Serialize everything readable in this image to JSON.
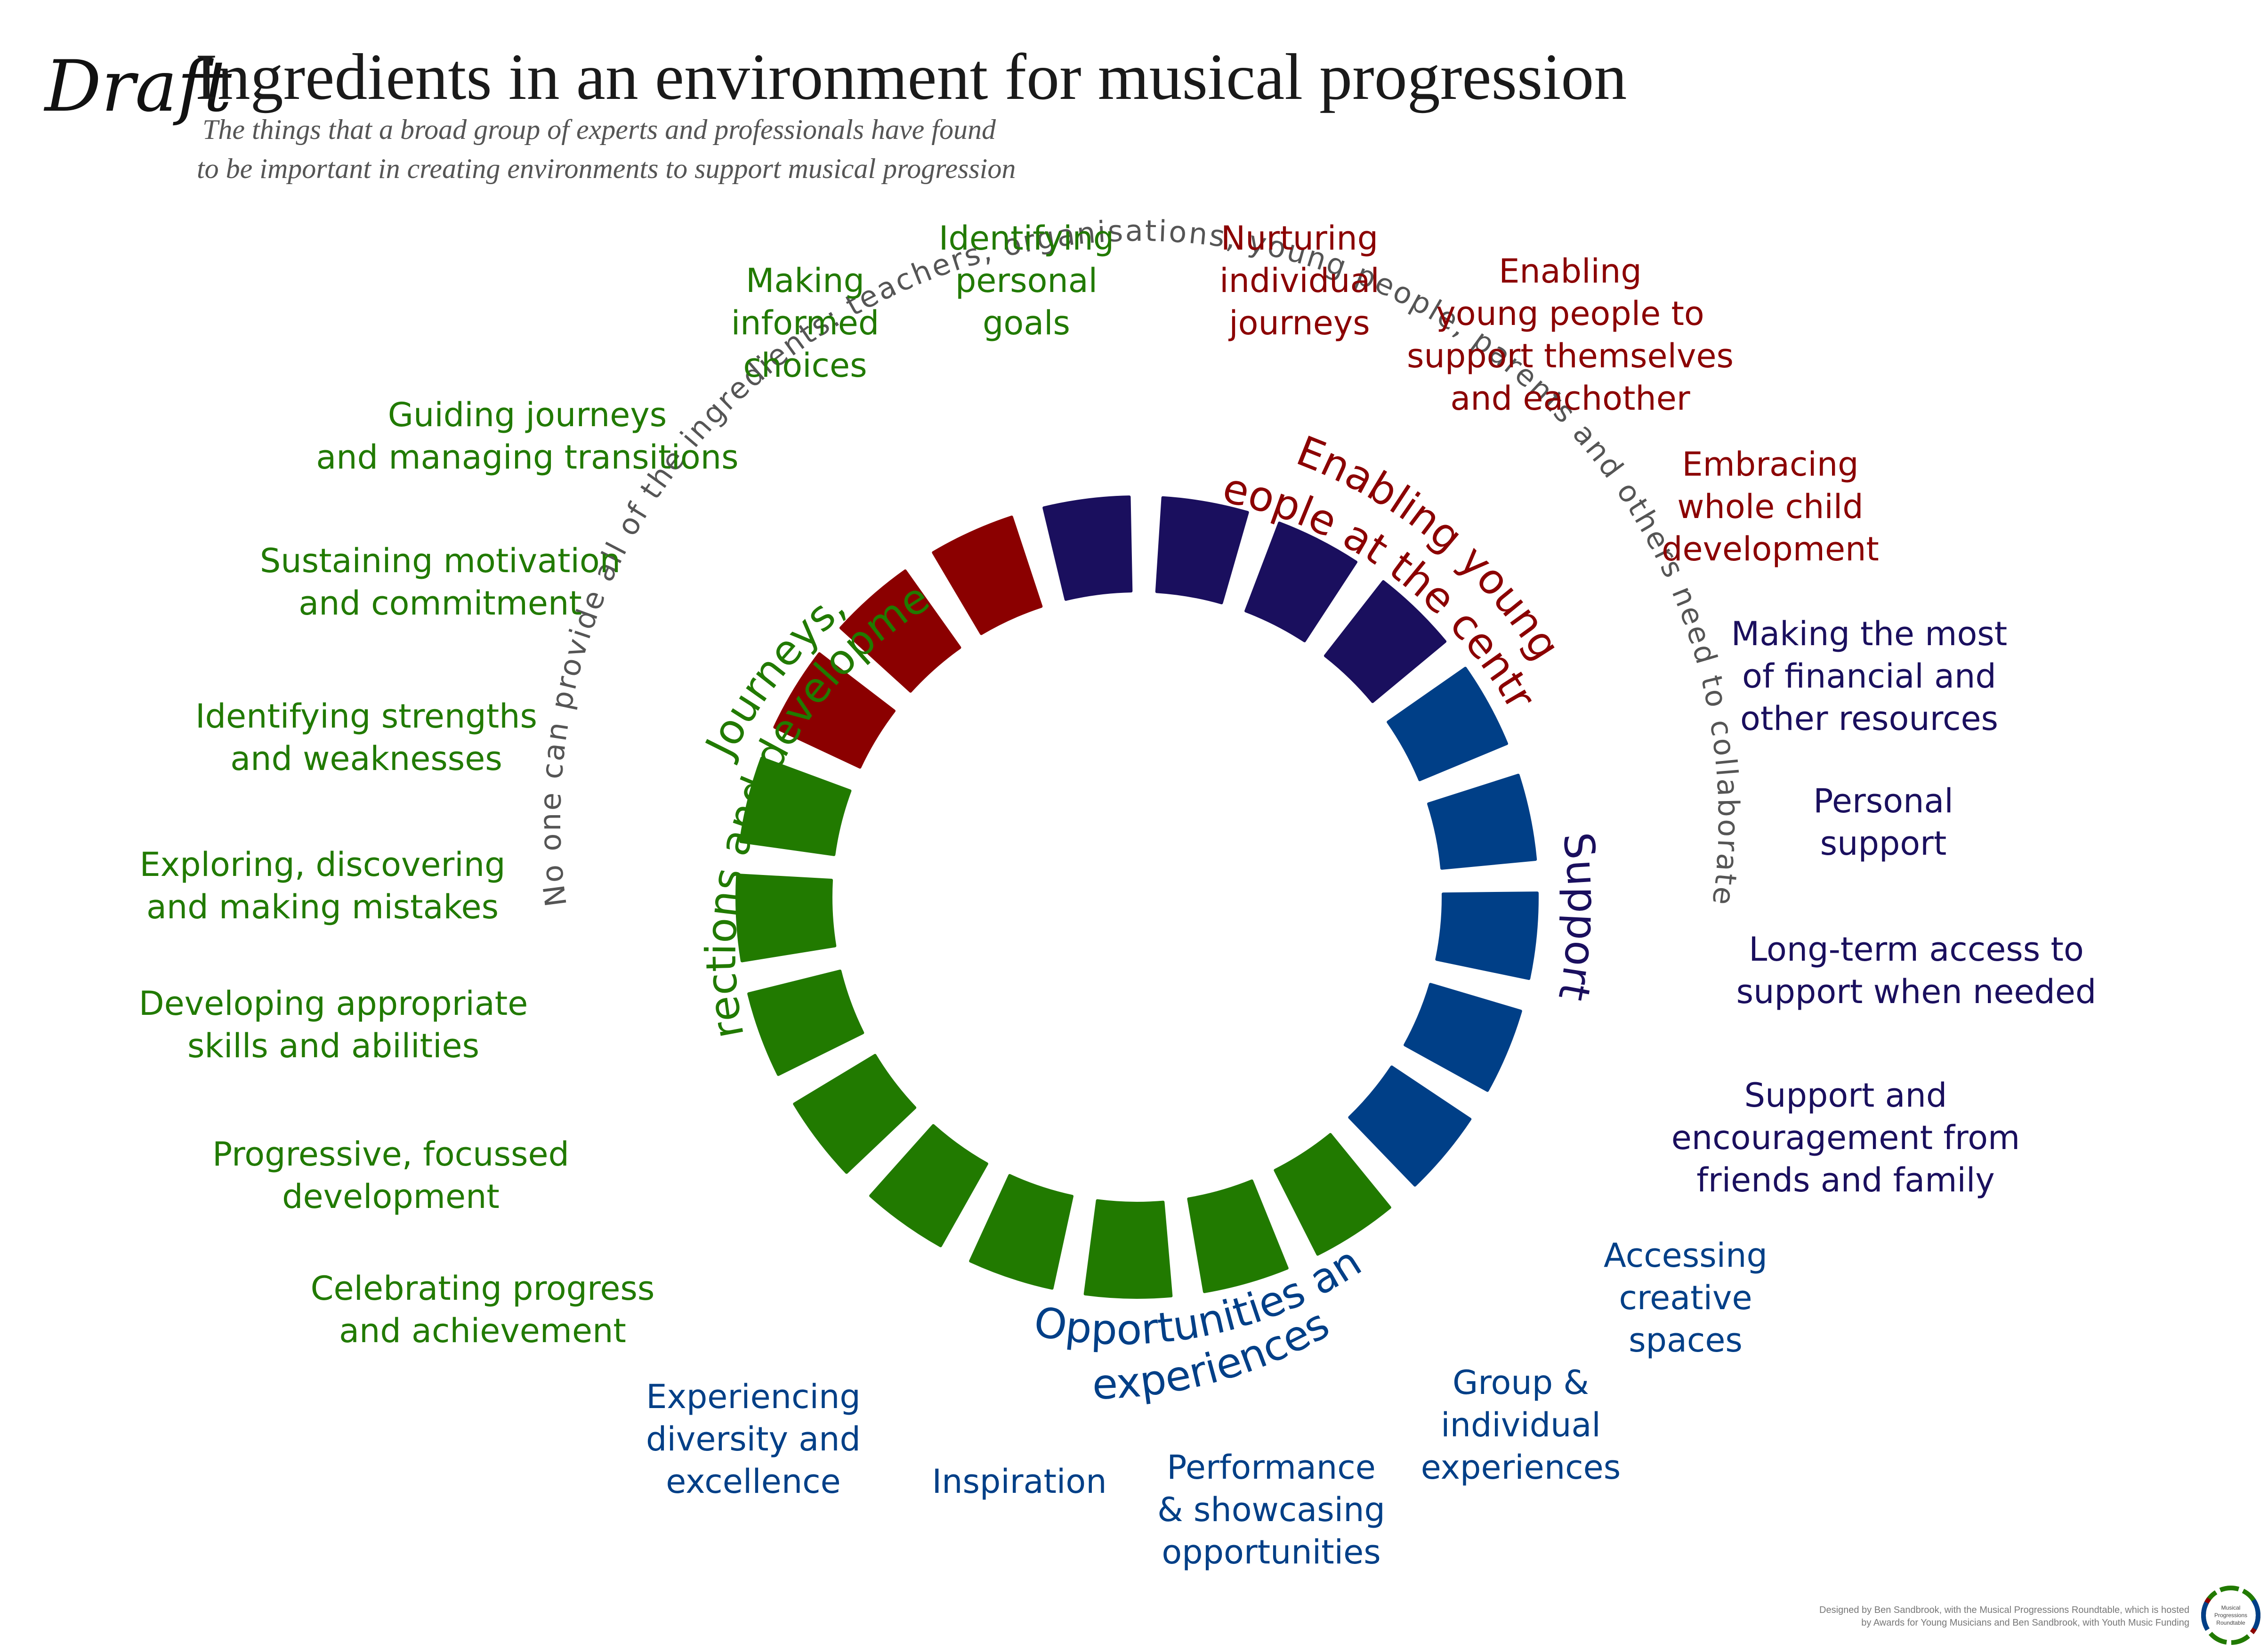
{
  "header": {
    "draft": "Draft",
    "title": "Ingredients in an environment for musical progression",
    "subtitle_lines": [
      "The things that a broad group of experts and professionals have found",
      "to be important in creating environments to support musical progression"
    ]
  },
  "ring_caption": "No one can provide all of the ingredients: teachers, organisations, young people, parents and others need to collaborate",
  "colors": {
    "journeys": "#217a00",
    "centre": "#8b0000",
    "support": "#1a0f5e",
    "opportunities": "#003f87"
  },
  "categories": [
    {
      "key": "journeys",
      "lines": [
        "Journeys,",
        "directions and development"
      ]
    },
    {
      "key": "centre",
      "lines": [
        "Enabling young",
        "people at the centre"
      ]
    },
    {
      "key": "support",
      "lines": [
        "Support"
      ]
    },
    {
      "key": "opportunities",
      "lines": [
        "Opportunities and",
        "experiences"
      ]
    }
  ],
  "ingredients": [
    {
      "group": "journeys",
      "lines": [
        "Making",
        "informed",
        "choices"
      ]
    },
    {
      "group": "journeys",
      "lines": [
        "Identifying",
        "personal",
        "goals"
      ]
    },
    {
      "group": "centre",
      "lines": [
        "Nurturing",
        "individual",
        "journeys"
      ]
    },
    {
      "group": "centre",
      "lines": [
        "Enabling",
        "young people to",
        "support themselves",
        "and eachother"
      ]
    },
    {
      "group": "centre",
      "lines": [
        "Embracing",
        "whole child",
        "development"
      ]
    },
    {
      "group": "support",
      "lines": [
        "Making the most",
        "of financial and",
        "other resources"
      ]
    },
    {
      "group": "support",
      "lines": [
        "Personal",
        "support"
      ]
    },
    {
      "group": "support",
      "lines": [
        "Long-term access to",
        "support when needed"
      ]
    },
    {
      "group": "support",
      "lines": [
        "Support and",
        "encouragement from",
        "friends and family"
      ]
    },
    {
      "group": "opportunities",
      "lines": [
        "Accessing",
        "creative",
        "spaces"
      ]
    },
    {
      "group": "opportunities",
      "lines": [
        "Group &",
        "individual",
        "experiences"
      ]
    },
    {
      "group": "opportunities",
      "lines": [
        "Performance",
        "& showcasing",
        "opportunities"
      ]
    },
    {
      "group": "opportunities",
      "lines": [
        "Inspiration"
      ]
    },
    {
      "group": "opportunities",
      "lines": [
        "Experiencing",
        "diversity and",
        "excellence"
      ]
    },
    {
      "group": "journeys",
      "lines": [
        "Celebrating progress",
        "and achievement"
      ]
    },
    {
      "group": "journeys",
      "lines": [
        "Progressive, focussed",
        "development"
      ]
    },
    {
      "group": "journeys",
      "lines": [
        "Developing appropriate",
        "skills and abilities"
      ]
    },
    {
      "group": "journeys",
      "lines": [
        "Exploring, discovering",
        "and making mistakes"
      ]
    },
    {
      "group": "journeys",
      "lines": [
        "Identifying strengths",
        "and weaknesses"
      ]
    },
    {
      "group": "journeys",
      "lines": [
        "Sustaining motivation",
        "and commitment"
      ]
    },
    {
      "group": "journeys",
      "lines": [
        "Guiding journeys",
        "and managing transitions"
      ]
    }
  ],
  "credit_lines": [
    "Designed by Ben Sandbrook, with the Musical Progressions Roundtable, which is hosted",
    "by Awards for Young Musicians and Ben Sandbrook, with Youth Music Funding"
  ],
  "logo_text": [
    "Musical",
    "Progressions",
    "Roundtable"
  ]
}
